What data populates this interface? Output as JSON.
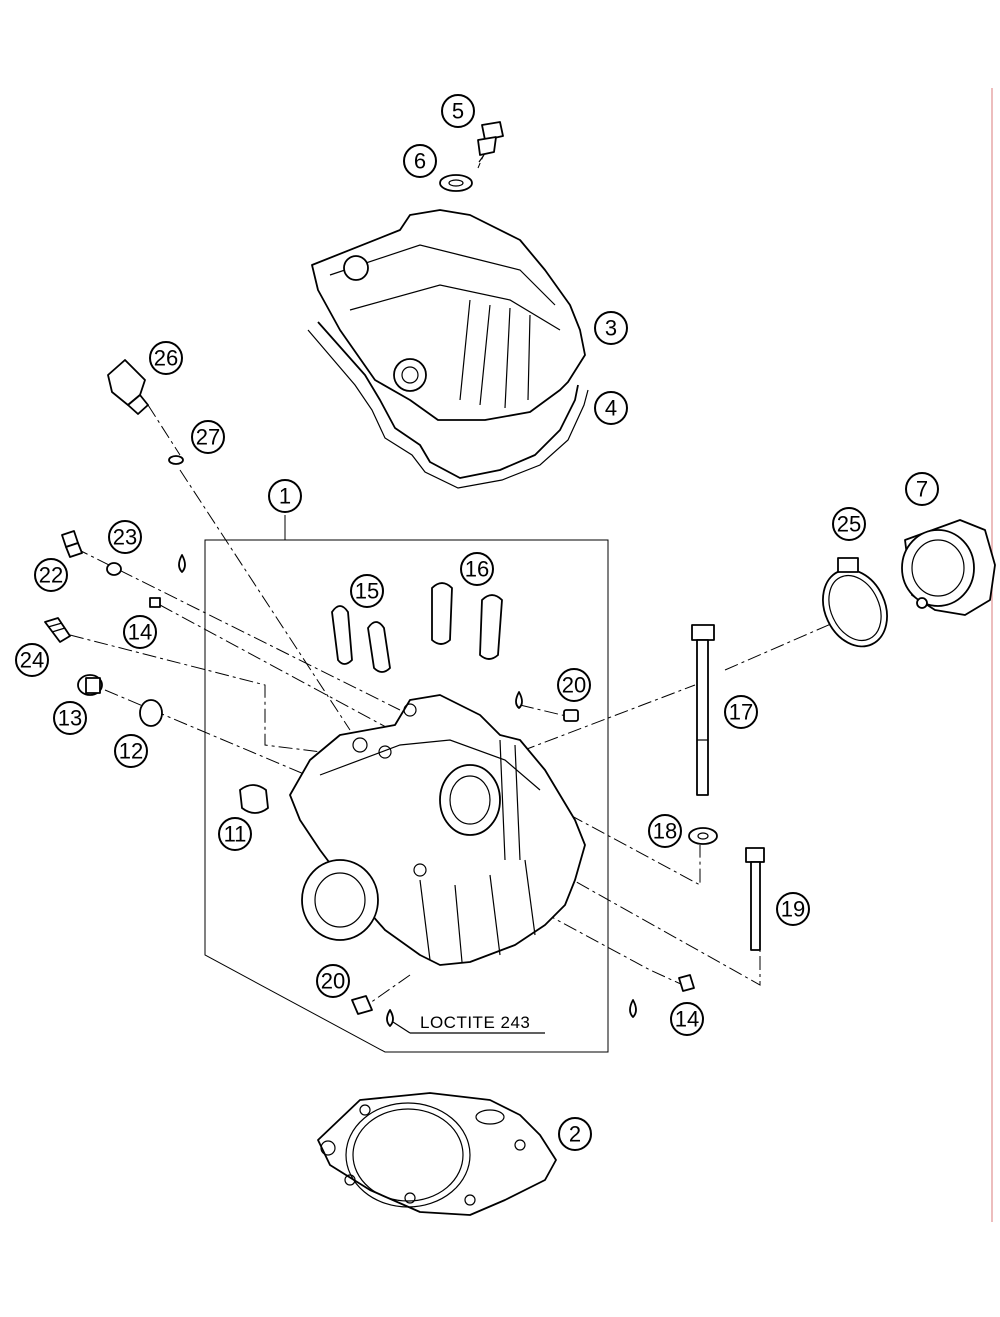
{
  "diagram": {
    "callouts": [
      "5",
      "6",
      "3",
      "4",
      "26",
      "27",
      "1",
      "23",
      "22",
      "14",
      "24",
      "13",
      "12",
      "15",
      "16",
      "20",
      "11",
      "17",
      "18",
      "19",
      "14",
      "20",
      "7",
      "25",
      "2"
    ],
    "note": "LOCTITE 243"
  }
}
